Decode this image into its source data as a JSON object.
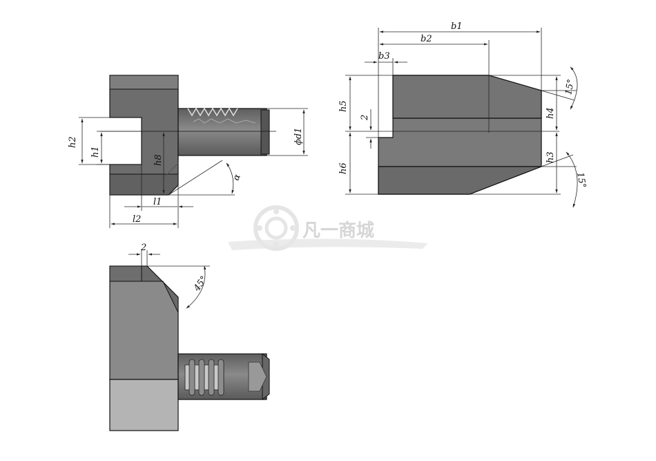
{
  "colors": {
    "body_dark": "#6d6d6d",
    "body_mid": "#808080",
    "body_light": "#9b9b9b",
    "body_pale": "#b0b0b0",
    "shank": "#7a7a7a",
    "line": "#111111",
    "watermark": "#d6d6d6"
  },
  "watermark": {
    "text": "凡一商城",
    "icon": "gear-logo-icon"
  },
  "front_view": {
    "labels": {
      "h2": "h2",
      "h1": "h1",
      "h8": "h8",
      "d1": "ϕd1",
      "alpha": "α",
      "l1": "l1",
      "l2": "l2"
    }
  },
  "side_view": {
    "labels": {
      "b1": "b1",
      "b2": "b2",
      "b3": "b3",
      "h5": "h5",
      "h6": "h6",
      "h4": "h4",
      "h3": "h3",
      "two": "2",
      "angle_top": "15°",
      "angle_bottom": "15°"
    }
  },
  "bottom_view": {
    "labels": {
      "two": "2",
      "angle": "45°"
    }
  }
}
